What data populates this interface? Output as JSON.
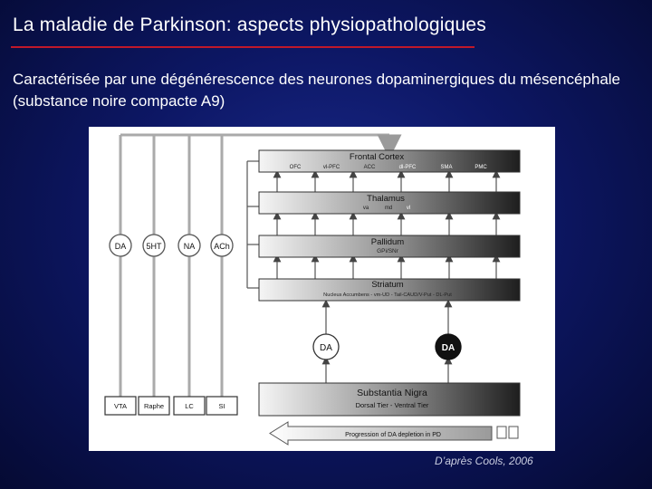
{
  "slide": {
    "title": "La maladie de Parkinson: aspects physiopathologiques",
    "body": "Caractérisée par une dégénérescence des neurones dopaminergiques du mésencéphale (substance noire compacte A9)",
    "credit": "D’après Cools, 2006"
  },
  "diagram": {
    "frontal": {
      "label": "Frontal Cortex",
      "regions": [
        "OFC",
        "vl-PFC",
        "ACC",
        "dl-PFC",
        "SMA",
        "PMC"
      ]
    },
    "thalamus": {
      "label": "Thalamus",
      "nuclei": [
        "va",
        "md",
        "vl"
      ]
    },
    "pallidum": {
      "label": "Pallidum",
      "sub": "GPi/SNr"
    },
    "striatum": {
      "label": "Striatum",
      "sub": "Nucleus Accumbens - vm-UD - Tail-CAUD/V-Put - DL-Put"
    },
    "nigra": {
      "label": "Substantia Nigra",
      "sub": "Dorsal Tier - Ventral Tier"
    },
    "transmitters": [
      "DA",
      "5HT",
      "NA",
      "ACh"
    ],
    "sources": [
      "VTA",
      "Raphe",
      "LC",
      "SI"
    ],
    "da_nodes": [
      "DA",
      "DA"
    ],
    "progression": "Progression of DA depletion in PD"
  }
}
